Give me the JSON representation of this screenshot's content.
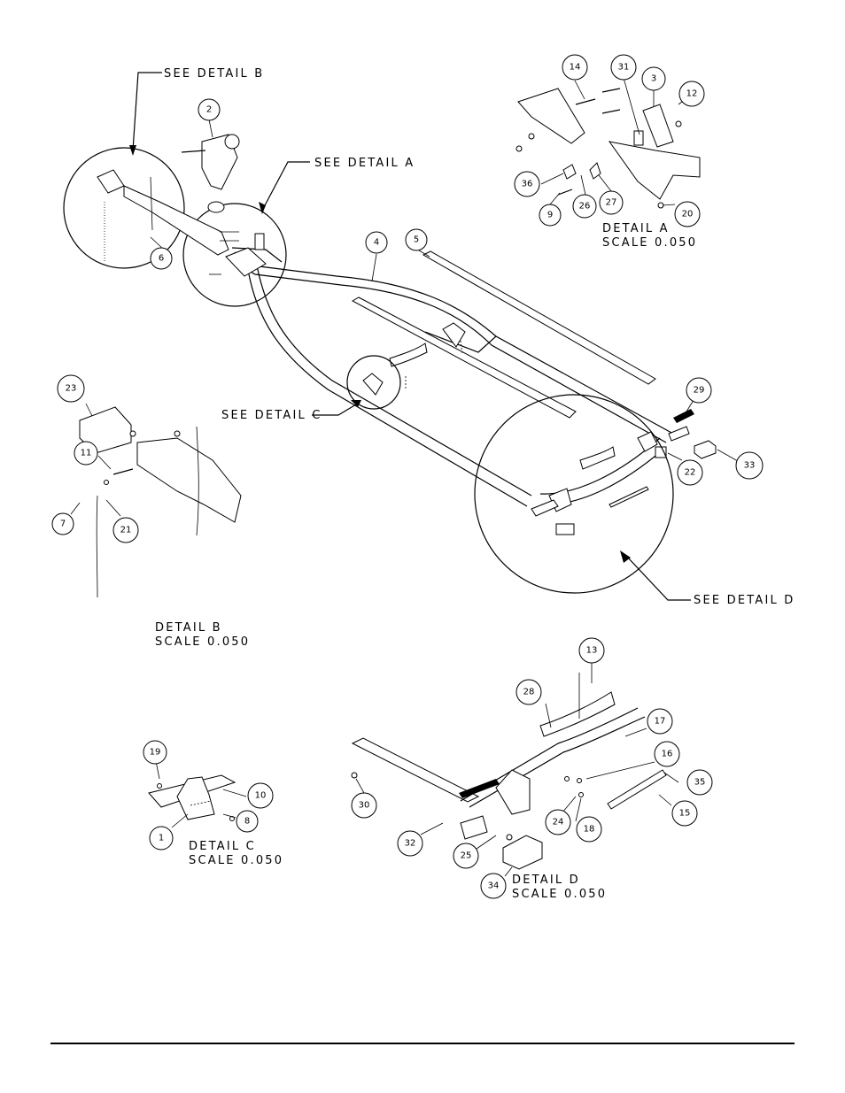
{
  "callouts": {
    "see_detail_b": "SEE DETAIL  B",
    "see_detail_a": "SEE DETAIL  A",
    "see_detail_c": "SEE DETAIL  C",
    "see_detail_d": "SEE DETAIL  D"
  },
  "details": {
    "a": {
      "title": "DETAIL  A",
      "scale": "SCALE  0.050"
    },
    "b": {
      "title": "DETAIL  B",
      "scale": "SCALE  0.050"
    },
    "c": {
      "title": "DETAIL  C",
      "scale": "SCALE  0.050"
    },
    "d": {
      "title": "DETAIL  D",
      "scale": "SCALE  0.050"
    }
  },
  "parts": {
    "p1": "1",
    "p2": "2",
    "p3": "3",
    "p4": "4",
    "p5": "5",
    "p6": "6",
    "p7": "7",
    "p8": "8",
    "p9": "9",
    "p10": "10",
    "p11": "11",
    "p12": "12",
    "p13": "13",
    "p14": "14",
    "p15": "15",
    "p16": "16",
    "p17": "17",
    "p18": "18",
    "p19": "19",
    "p20": "20",
    "p21": "21",
    "p22": "22",
    "p23": "23",
    "p24": "24",
    "p25": "25",
    "p26": "26",
    "p27": "27",
    "p28": "28",
    "p29": "29",
    "p30": "30",
    "p31": "31",
    "p32": "32",
    "p33": "33",
    "p34": "34",
    "p35": "35",
    "p36": "36"
  }
}
